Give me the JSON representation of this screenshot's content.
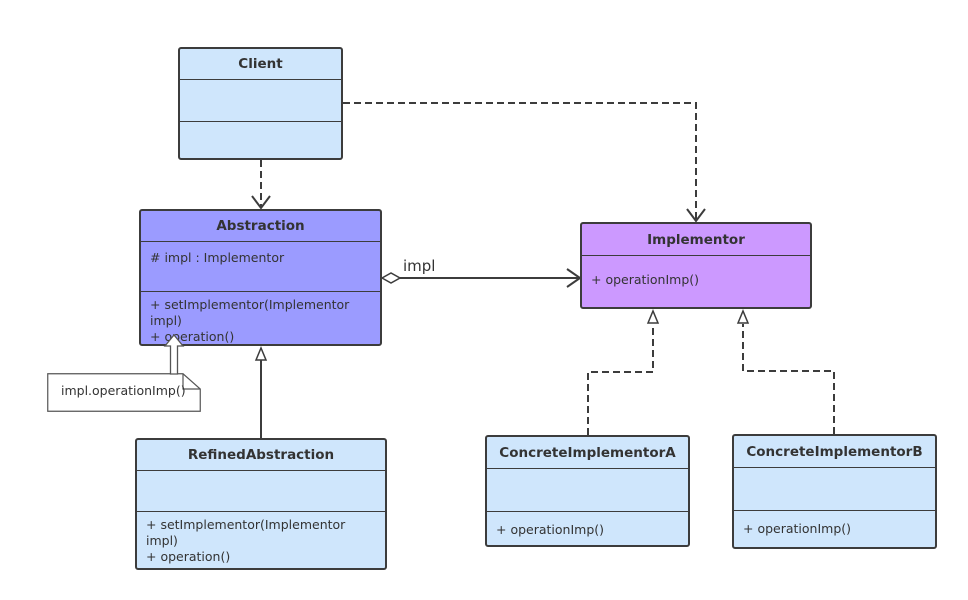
{
  "classes": {
    "client": {
      "name": "Client",
      "attributes": [],
      "methods": []
    },
    "abstraction": {
      "name": "Abstraction",
      "attributes": [
        "# impl : Implementor"
      ],
      "methods": [
        "+ setImplementor(Implementor impl)",
        "+ operation()"
      ]
    },
    "implementor": {
      "name": "Implementor",
      "attributes": [
        "+ operationImp()"
      ],
      "methods": []
    },
    "refined": {
      "name": "RefinedAbstraction",
      "attributes": [],
      "methods": [
        "+ setImplementor(Implementor impl)",
        "+ operation()"
      ]
    },
    "concreteA": {
      "name": "ConcreteImplementorA",
      "attributes": [],
      "methods": [
        "+ operationImp()"
      ]
    },
    "concreteB": {
      "name": "ConcreteImplementorB",
      "attributes": [],
      "methods": [
        "+ operationImp()"
      ]
    }
  },
  "note": {
    "text": "impl.operationImp()"
  },
  "relations": {
    "aggregation_label": "impl"
  },
  "colors": {
    "class_fill": "#cfe6fc",
    "abstraction_fill": "#9b9bff",
    "implementor_fill": "#cc99ff",
    "stroke": "#3c3c3c"
  }
}
